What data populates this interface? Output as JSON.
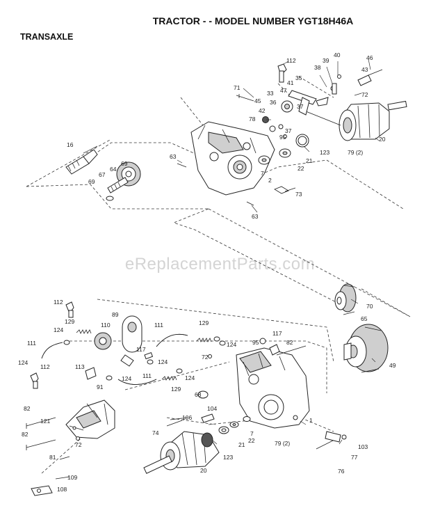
{
  "header": {
    "title": "TRACTOR - - MODEL NUMBER YGT18H46A",
    "section": "TRANSAXLE"
  },
  "watermark": "eReplacementParts.com",
  "callouts": {
    "c112a": "112",
    "c40": "40",
    "c39": "39",
    "c38": "38",
    "c46": "46",
    "c43": "43",
    "c41": "41",
    "c35": "35",
    "c71": "71",
    "c33": "33",
    "c47": "47",
    "c72a": "72",
    "c45": "45",
    "c36": "36",
    "c42": "42",
    "c78": "78",
    "c37a": "37",
    "c95a": "95",
    "c37b": "37",
    "c20a": "20",
    "c16": "16",
    "c21a": "21",
    "c123a": "123",
    "c79a": "79 (2)",
    "c63a": "63",
    "c69a": "69",
    "c64": "64",
    "c67": "67",
    "c69b": "69",
    "c7a": "7",
    "c22a": "22",
    "c2": "2",
    "c73": "73",
    "c63b": "63",
    "c70": "70",
    "c65": "65",
    "c112b": "112",
    "c89": "89",
    "c129a": "129",
    "c110": "110",
    "c111a": "111",
    "c129b": "129",
    "c124a": "124",
    "c111b": "111",
    "c95b": "95",
    "c117a": "117",
    "c82a": "82",
    "c117b": "117",
    "c124b": "124",
    "c124c": "124",
    "c72b": "72",
    "c49": "49",
    "c124d": "124",
    "c112c": "112",
    "c113": "113",
    "c124e": "124",
    "c111c": "111",
    "c124f": "124",
    "c129c": "129",
    "c91": "91",
    "c68": "68",
    "c104": "104",
    "c82b": "82",
    "c121": "121",
    "c74": "74",
    "c106": "106",
    "c7b": "7",
    "c1": "1",
    "c82c": "82",
    "c72c": "72",
    "c21b": "21",
    "c22b": "22",
    "c79b": "79 (2)",
    "c103": "103",
    "c81": "81",
    "c123b": "123",
    "c77": "77",
    "c20b": "20",
    "c76": "76",
    "c109": "109",
    "c108": "108"
  }
}
